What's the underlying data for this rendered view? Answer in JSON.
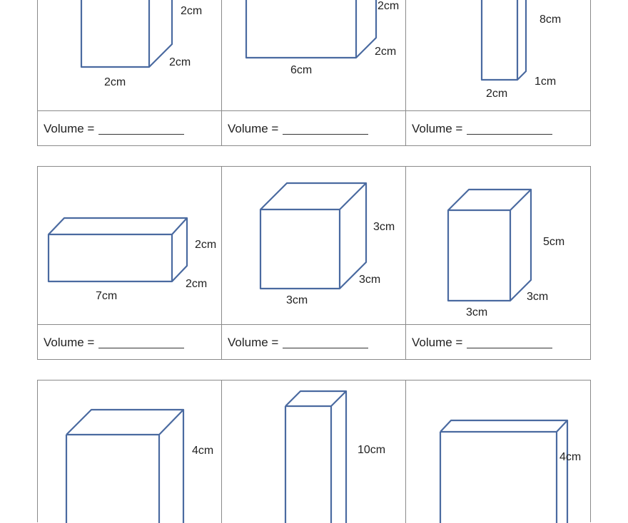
{
  "worksheet": {
    "answer_prefix": "Volume =",
    "rows": [
      {
        "cells": [
          {
            "width": "2cm",
            "height": "2cm",
            "depth": "2cm"
          },
          {
            "width": "6cm",
            "height": "2cm",
            "depth": "2cm"
          },
          {
            "width": "2cm",
            "height": "8cm",
            "depth": "1cm"
          }
        ]
      },
      {
        "cells": [
          {
            "width": "7cm",
            "height": "2cm",
            "depth": "2cm"
          },
          {
            "width": "3cm",
            "height": "3cm",
            "depth": "3cm"
          },
          {
            "width": "3cm",
            "height": "5cm",
            "depth": "3cm"
          }
        ]
      },
      {
        "cells": [
          {
            "height": "4cm"
          },
          {
            "height": "10cm"
          },
          {
            "height": "4cm"
          }
        ]
      }
    ]
  },
  "colors": {
    "shape_stroke": "#4a6aa0",
    "grid_border": "#8a8a8a"
  }
}
